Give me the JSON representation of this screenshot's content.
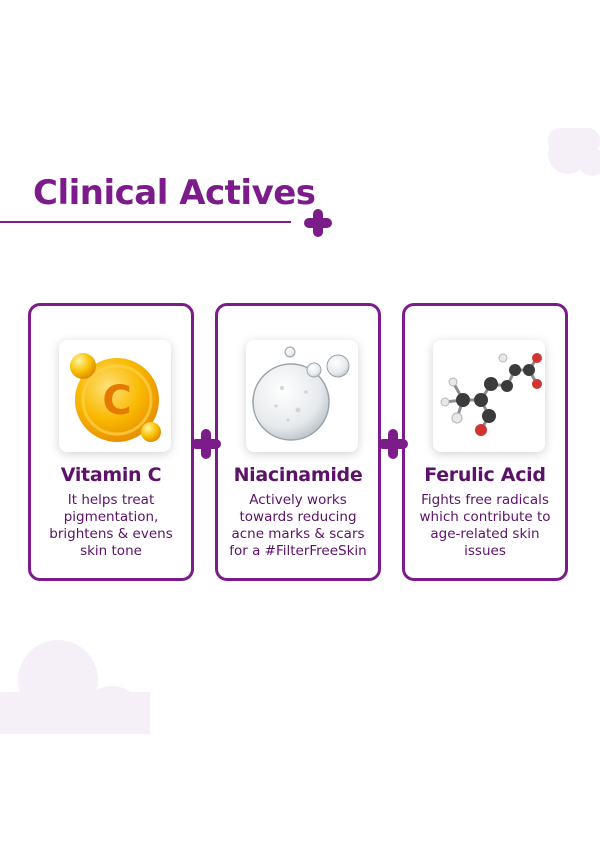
{
  "section": {
    "title": "Clinical Actives"
  },
  "cards": [
    {
      "title": "Vitamin C",
      "description": "It helps treat pigmentation, brightens & evens skin tone",
      "image_icon": "vitamin-c-icon"
    },
    {
      "title": "Niacinamide",
      "description": "Actively works towards reducing acne marks & scars for a #FilterFreeSkin",
      "image_icon": "water-droplets-icon"
    },
    {
      "title": "Ferulic Acid",
      "description": "Fights free radicals which contribute to age-related skin issues",
      "image_icon": "molecule-icon"
    }
  ],
  "vitamin_c_letter": "C",
  "colors": {
    "brand_purple": "#7b1c8a",
    "text_purple": "#5b1268",
    "deco_lilac": "#f5f0f8",
    "vitamin_orange": "#f7a400"
  }
}
